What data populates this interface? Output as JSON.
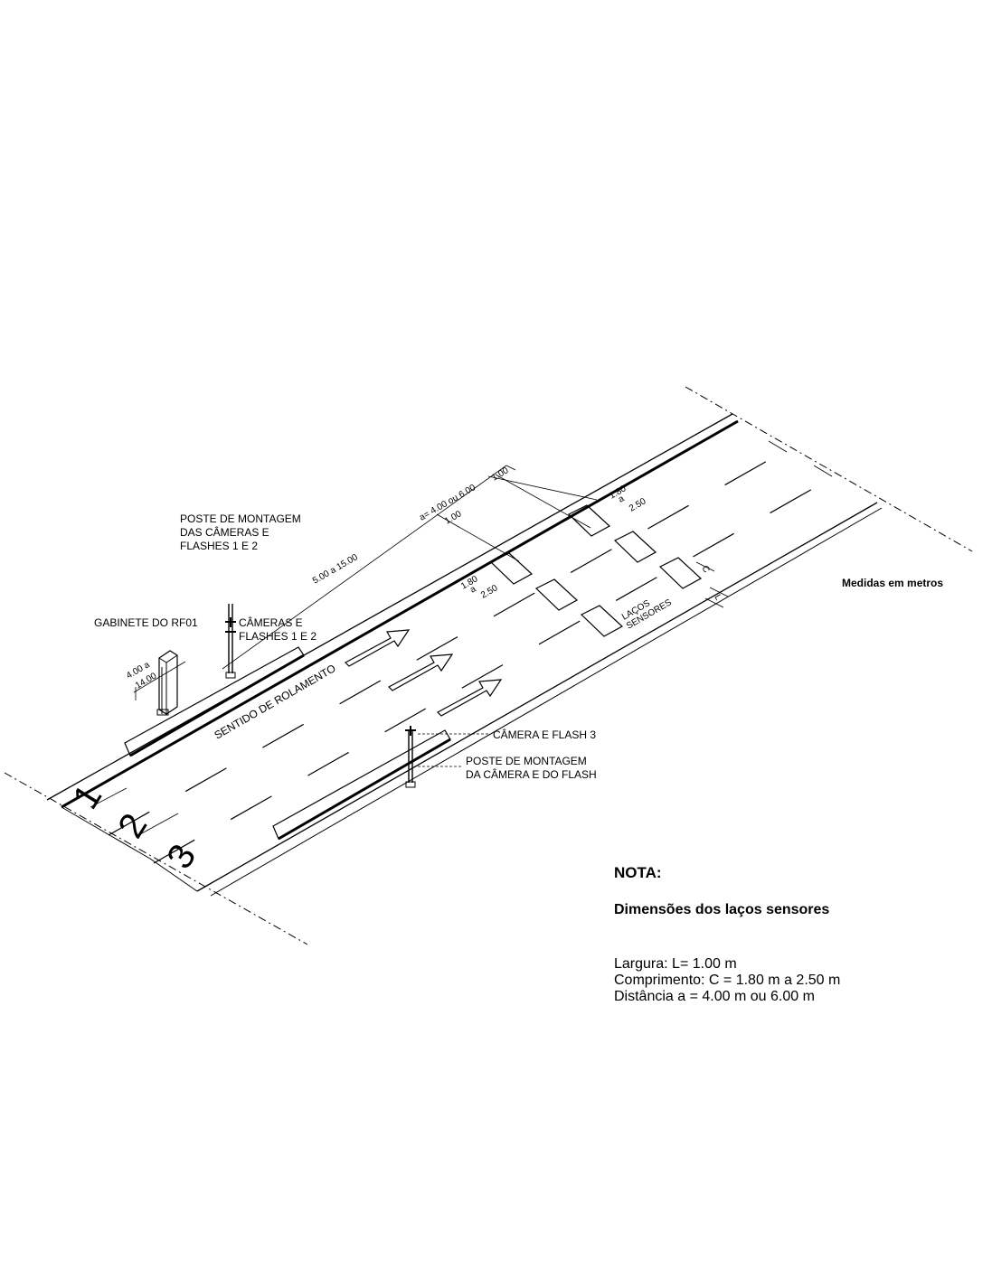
{
  "labels": {
    "poste_cameras_1": "POSTE DE MONTAGEM",
    "poste_cameras_2": "DAS CÂMERAS E",
    "poste_cameras_3": "FLASHES 1 E 2",
    "gabinete": "GABINETE DO RF01",
    "cameras_1": "CÂMERAS E",
    "cameras_2": "FLASHES 1 E 2",
    "camera_flash_3": "CÂMERA E FLASH 3",
    "poste_camera_1": "POSTE DE MONTAGEM",
    "poste_camera_2": "DA CÂMERA E DO FLASH",
    "sentido": "SENTIDO DE ROLAMENTO",
    "lacos_1": "LAÇOS",
    "lacos_2": "SENSORES"
  },
  "dimensions": {
    "d_5_15": "5.00 a 15.00",
    "d_a": "a= 4.00 ou 6.00",
    "d_1_top": "1.00",
    "d_1_mid": "1.00",
    "d_4_14_a": "4.00 a",
    "d_4_14_b": "14.00",
    "len_a_1": "1.80",
    "len_a_2": "a",
    "len_a_3": "2.50",
    "len_b_1": "1.80",
    "len_b_2": "a",
    "len_b_3": "2.50",
    "dim_c": "C",
    "dim_l": "L"
  },
  "lanes": [
    "1",
    "2",
    "3"
  ],
  "units_note": "Medidas em metros",
  "nota": {
    "title": "NOTA:",
    "subtitle": "Dimensões dos laços sensores",
    "line1": "Largura: L= 1.00 m",
    "line2": "Comprimento: C = 1.80 m  a  2.50 m",
    "line3": "Distância a = 4.00 m ou 6.00 m"
  }
}
